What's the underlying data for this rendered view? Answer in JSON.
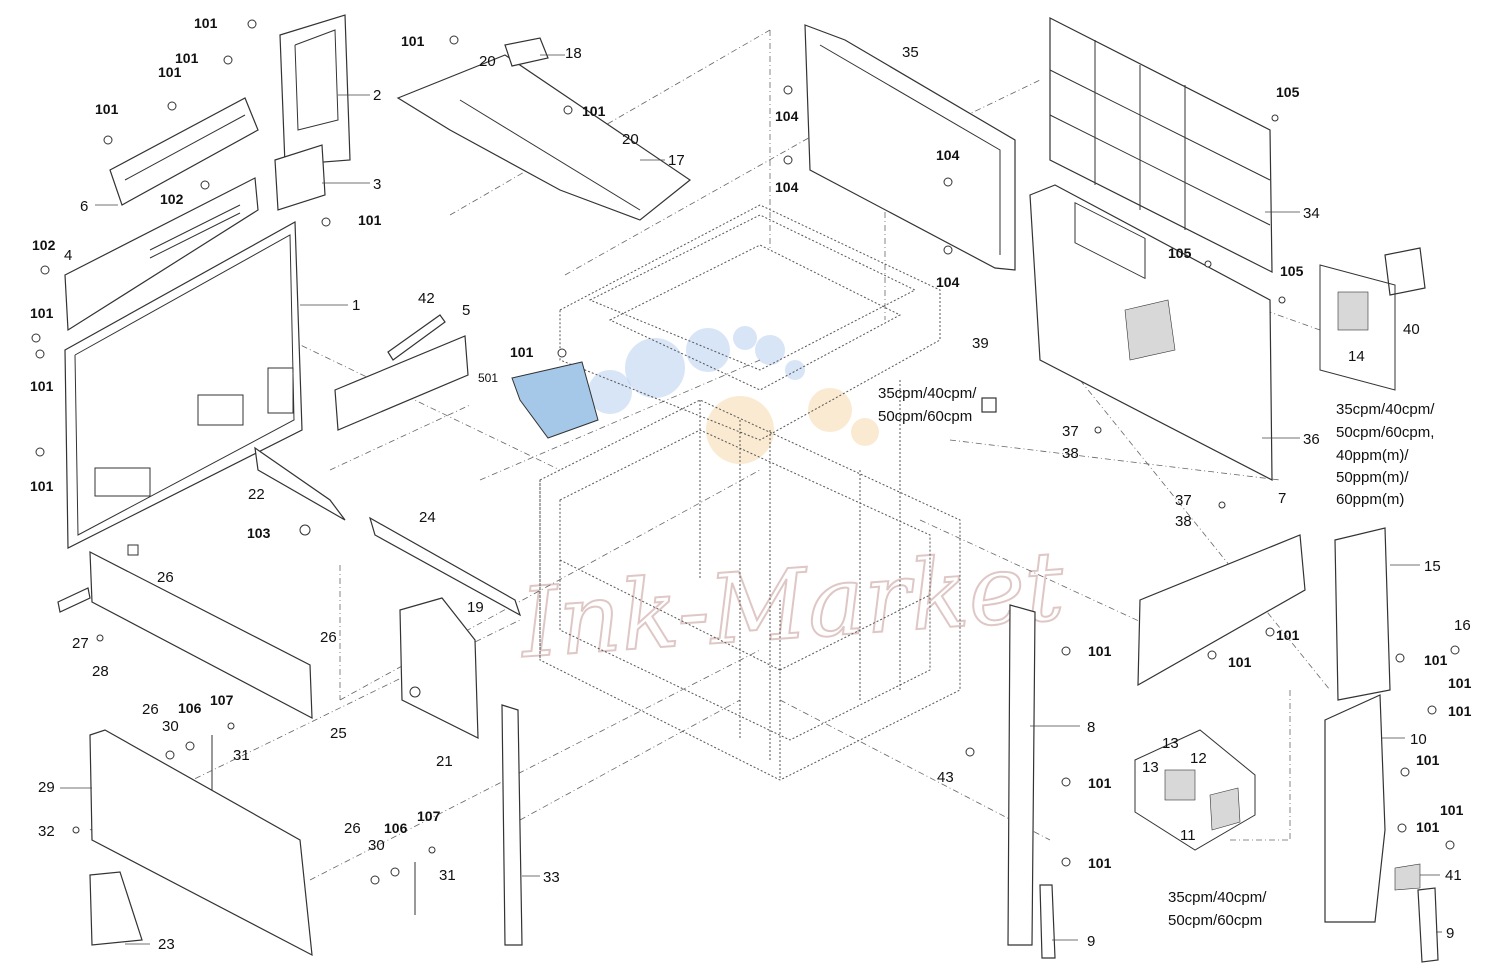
{
  "parts": {
    "p101_a": "101",
    "p101_b": "101",
    "p101_c": "101",
    "p101_d": "101",
    "p101_e": "101",
    "p101_f": "101",
    "p101_g": "101",
    "p101_h": "101",
    "p101_i": "101",
    "p101_j": "101",
    "p101_k": "101",
    "p101_l": "101",
    "p101_m": "101",
    "p101_n": "101",
    "p101_o": "101",
    "p101_p": "101",
    "p101_q": "101",
    "p101_r": "101",
    "p101_s": "101",
    "p101_t": "101",
    "p101_u": "101",
    "p101_v": "101",
    "p102_a": "102",
    "p102_b": "102",
    "p103": "103",
    "p104_a": "104",
    "p104_b": "104",
    "p104_c": "104",
    "p104_d": "104",
    "p105_a": "105",
    "p105_b": "105",
    "p105_c": "105",
    "p106_a": "106",
    "p106_b": "106",
    "p107_a": "107",
    "p107_b": "107",
    "p501": "501",
    "p1": "1",
    "p2": "2",
    "p3": "3",
    "p4": "4",
    "p5": "5",
    "p6": "6",
    "p7": "7",
    "p8": "8",
    "p9_a": "9",
    "p9_b": "9",
    "p10": "10",
    "p11": "11",
    "p12": "12",
    "p13_a": "13",
    "p13_b": "13",
    "p14": "14",
    "p15": "15",
    "p16": "16",
    "p17": "17",
    "p18": "18",
    "p19": "19",
    "p20_a": "20",
    "p20_b": "20",
    "p21": "21",
    "p22": "22",
    "p23": "23",
    "p24": "24",
    "p25": "25",
    "p26_a": "26",
    "p26_b": "26",
    "p26_c": "26",
    "p26_d": "26",
    "p27": "27",
    "p28": "28",
    "p29": "29",
    "p30_a": "30",
    "p30_b": "30",
    "p31_a": "31",
    "p31_b": "31",
    "p32": "32",
    "p33": "33",
    "p34": "34",
    "p35": "35",
    "p36": "36",
    "p37_a": "37",
    "p37_b": "37",
    "p38_a": "38",
    "p38_b": "38",
    "p39": "39",
    "p40": "40",
    "p41": "41",
    "p42": "42",
    "p43": "43"
  },
  "notes": {
    "center_line1": "35cpm/40cpm/",
    "center_line2": "50cpm/60cpm",
    "right_line1": "35cpm/40cpm/",
    "right_line2": "50cpm/60cpm,",
    "right_line3": "40ppm(m)/",
    "right_line4": "50ppm(m)/",
    "right_line5": "60ppm(m)",
    "bottom_line1": "35cpm/40cpm/",
    "bottom_line2": "50cpm/60cpm"
  },
  "watermark": "Ink-Market",
  "colors": {
    "line": "#333333",
    "watermark_text": "#c9a3a0",
    "watermark_blue": "#8fb4e8",
    "watermark_orange": "#f2c27a"
  }
}
